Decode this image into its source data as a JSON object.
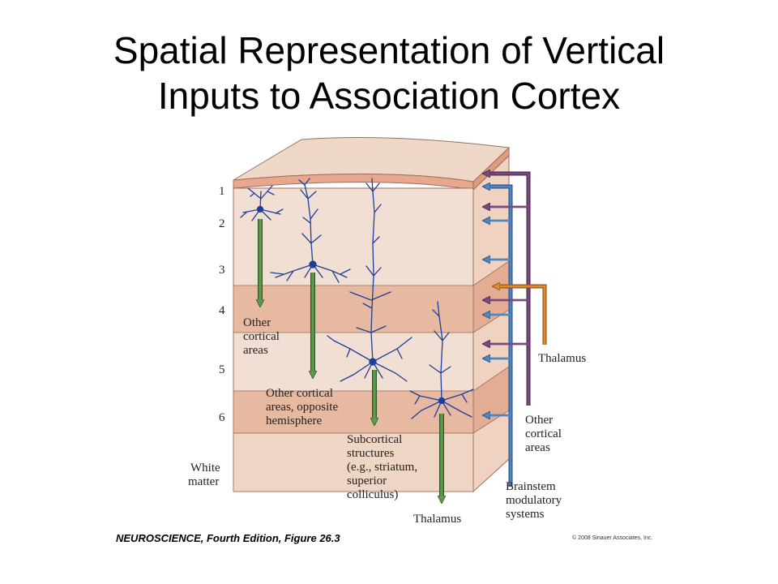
{
  "title": {
    "line1": "Spatial Representation of Vertical",
    "line2": "Inputs to Association Cortex"
  },
  "layers": [
    "1",
    "2",
    "3",
    "4",
    "5",
    "6"
  ],
  "white_matter": {
    "line1": "White",
    "line2": "matter"
  },
  "outputs": {
    "other_cortical": [
      "Other",
      "cortical",
      "areas"
    ],
    "opposite_hemisphere": [
      "Other cortical",
      "areas, opposite",
      "hemisphere"
    ],
    "subcortical": [
      "Subcortical",
      "structures",
      "(e.g., striatum,",
      "superior",
      "colliculus)"
    ],
    "thalamus": "Thalamus"
  },
  "inputs": {
    "thalamus": "Thalamus",
    "other_cortical": [
      "Other",
      "cortical",
      "areas"
    ],
    "brainstem": [
      "Brainstem",
      "modulatory",
      "systems"
    ]
  },
  "caption": "NEUROSCIENCE, Fourth Edition, Figure 26.3",
  "copyright": "© 2008 Sinauer Associates, Inc.",
  "colors": {
    "tissue_light": "#f2dfd3",
    "tissue_band": "#e7b9a0",
    "tissue_side": "#f0d2c0",
    "surface": "#e9a88d",
    "neuron": "#1c3f99",
    "output_arrow": "#5e9a4e",
    "thalamic_input": "#e08a2e",
    "cortical_input": "#7a4a7e",
    "brainstem_input": "#4f86c4"
  }
}
